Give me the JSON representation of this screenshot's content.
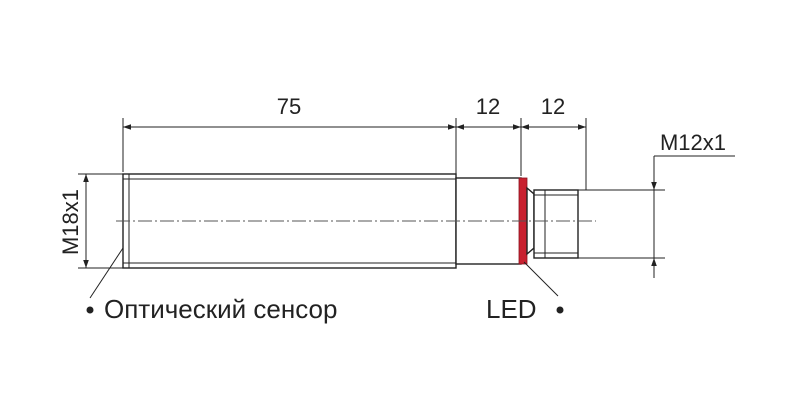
{
  "dimensions": {
    "body_length": "75",
    "rear_length": "12",
    "connector_length": "12",
    "body_thread": "M18x1",
    "connector_thread": "M12x1"
  },
  "labels": {
    "optical_sensor": "Оптический сенсор",
    "led": "LED"
  },
  "colors": {
    "led_ring": "#c8202f",
    "lines": "#222222"
  }
}
